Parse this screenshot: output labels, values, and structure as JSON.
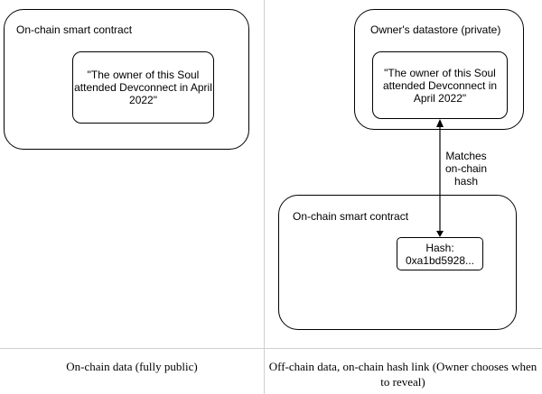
{
  "left_panel": {
    "outer_label": "On-chain smart contract",
    "inner_text": "\"The owner of this Soul attended Devconnect in April 2022\"",
    "caption": "On-chain data (fully public)"
  },
  "right_panel": {
    "datastore_label": "Owner's datastore (private)",
    "datastore_inner_text": "\"The owner of this Soul attended Devconnect in April 2022\"",
    "connector_label": "Matches on-chain hash",
    "contract_label": "On-chain smart contract",
    "hash_text": "Hash: 0xa1bd5928...",
    "caption": "Off-chain data, on-chain hash link (Owner chooses when to reveal)"
  }
}
